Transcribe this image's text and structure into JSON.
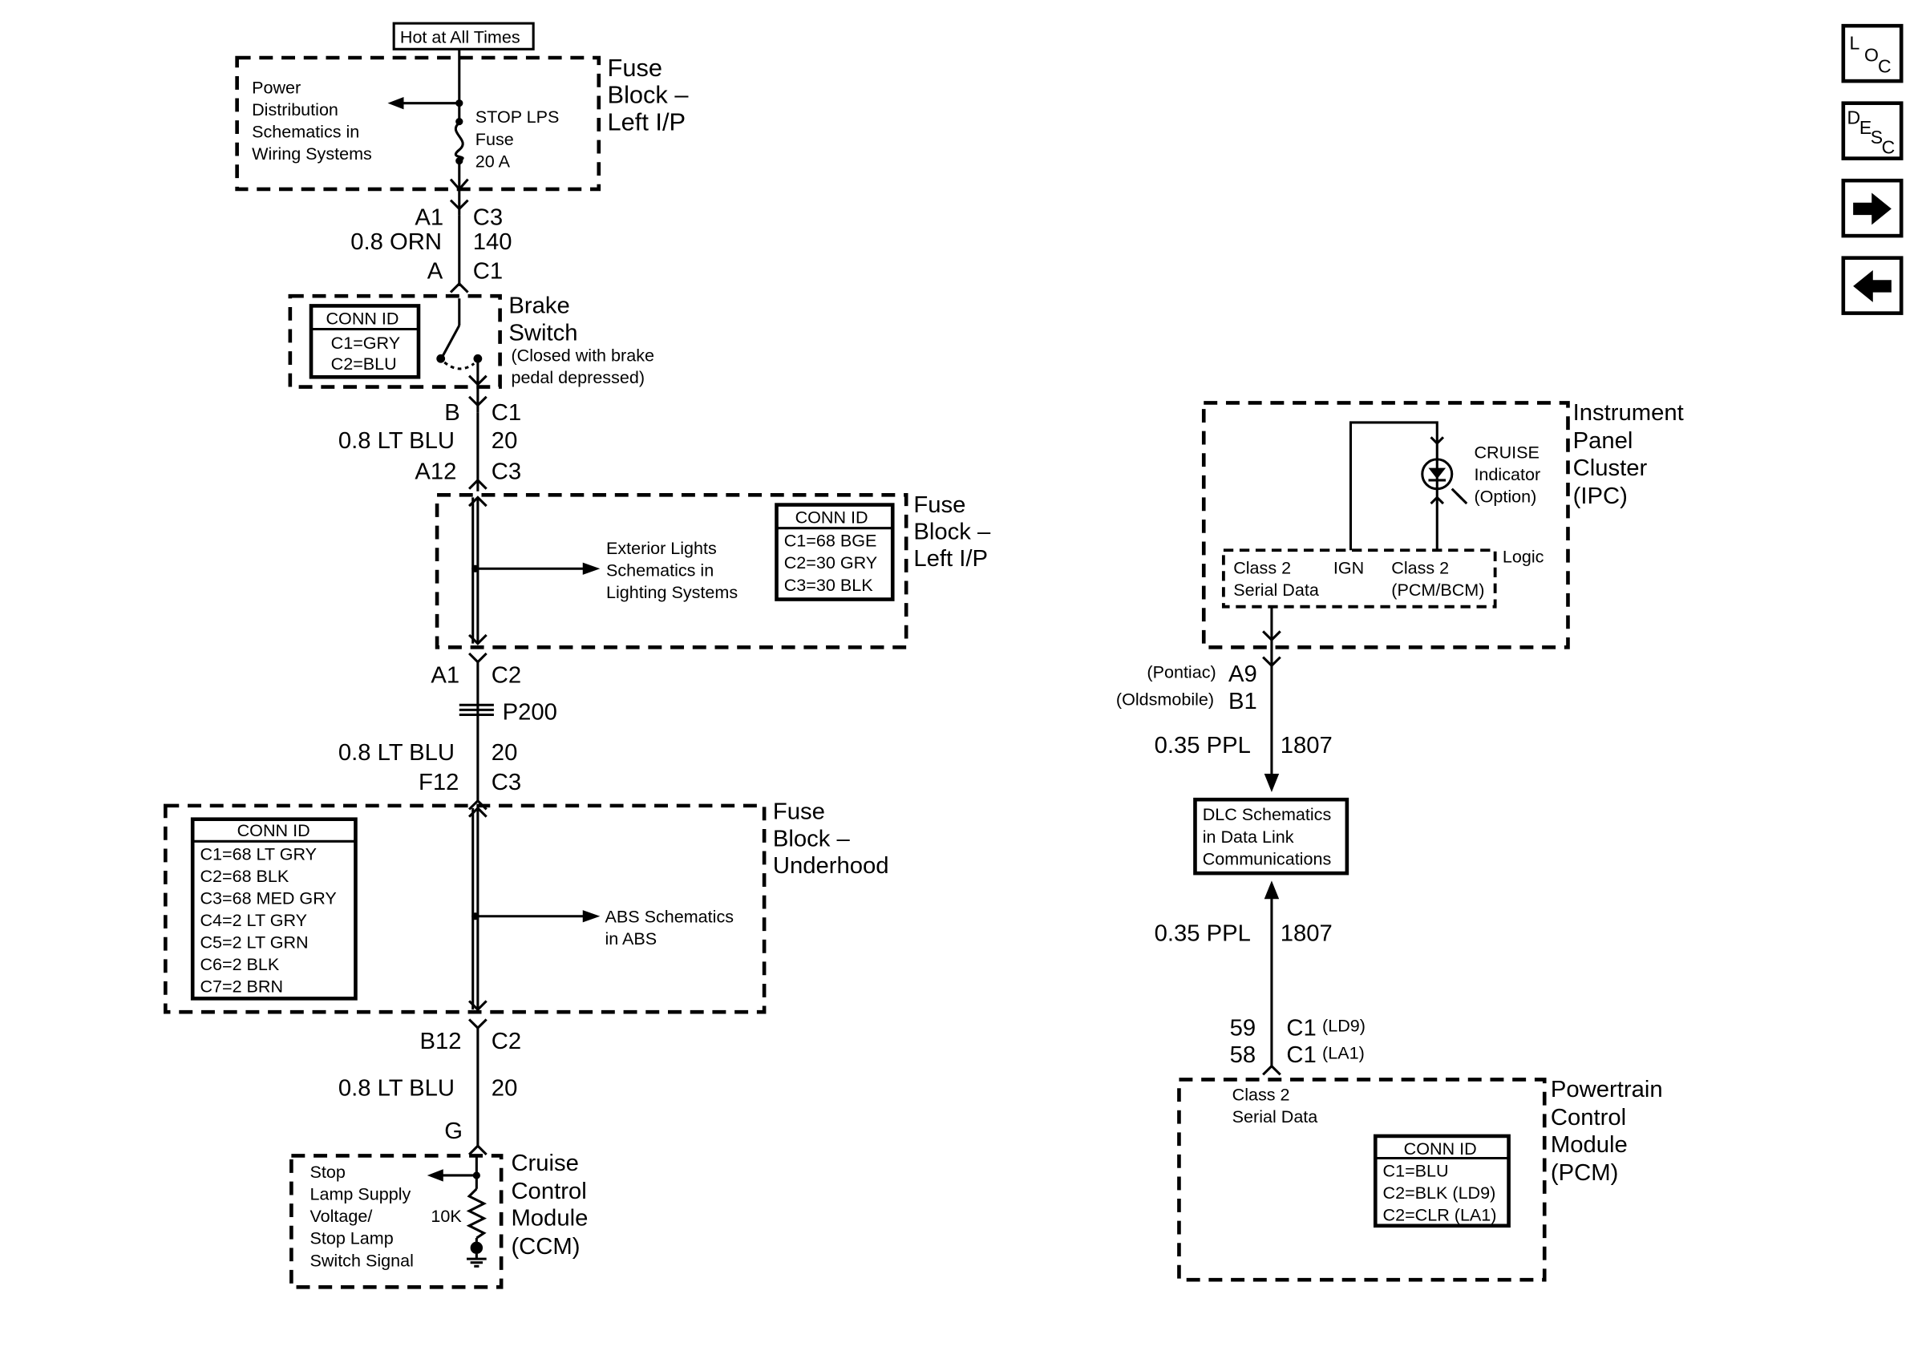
{
  "nav": {
    "loc": {
      "l1": "L",
      "l2": "O",
      "l3": "C"
    },
    "desc": {
      "l1": "D",
      "l2": "E",
      "l3": "S",
      "l4": "C"
    },
    "forward_icon": "arrow-right-icon",
    "back_icon": "arrow-left-icon"
  },
  "left": {
    "hot_label": "Hot at All Times",
    "fuse_block_lip_1": [
      "Fuse",
      "Block –",
      "Left I/P"
    ],
    "power_dist": [
      "Power",
      "Distribution",
      "Schematics in",
      "Wiring Systems"
    ],
    "stop_fuse": [
      "STOP LPS",
      "Fuse",
      "20 A"
    ],
    "wire1": {
      "pin_left": "A1",
      "pin_right": "C3",
      "gauge": "0.8 ORN",
      "circuit": "140",
      "pin2_left": "A",
      "pin2_right": "C1"
    },
    "brake_switch": {
      "title": [
        "Brake",
        "Switch"
      ],
      "note": [
        "(Closed with brake",
        "pedal depressed)"
      ],
      "conn_header": "CONN ID",
      "conn_rows": [
        "C1=GRY",
        "C2=BLU"
      ]
    },
    "wire2": {
      "pin_left": "B",
      "pin_right": "C1",
      "gauge": "0.8 LT BLU",
      "circuit": "20",
      "pin2_left": "A12",
      "pin2_right": "C3"
    },
    "fuse_block_lip_2": {
      "title": [
        "Fuse",
        "Block –",
        "Left I/P"
      ],
      "exterior": [
        "Exterior Lights",
        "Schematics in",
        "Lighting Systems"
      ],
      "conn_header": "CONN ID",
      "conn_rows": [
        "C1=68 BGE",
        "C2=30 GRY",
        "C3=30 BLK"
      ]
    },
    "wire3": {
      "pin_left": "A1",
      "pin_right": "C2",
      "splice": "P200",
      "gauge": "0.8 LT BLU",
      "circuit": "20",
      "pin2_left": "F12",
      "pin2_right": "C3"
    },
    "fuse_block_uh": {
      "title": [
        "Fuse",
        "Block –",
        "Underhood"
      ],
      "abs": [
        "ABS Schematics",
        "in ABS"
      ],
      "conn_header": "CONN ID",
      "conn_rows": [
        "C1=68 LT GRY",
        "C2=68 BLK",
        "C3=68 MED GRY",
        "C4=2 LT GRY",
        "C5=2 LT GRN",
        "C6=2 BLK",
        "C7=2 BRN"
      ]
    },
    "wire4": {
      "pin_left": "B12",
      "pin_right": "C2",
      "gauge": "0.8 LT BLU",
      "circuit": "20",
      "pin2_left": "G"
    },
    "ccm": {
      "title": [
        "Cruise",
        "Control",
        "Module",
        "(CCM)"
      ],
      "signal": [
        "Stop",
        "Lamp Supply",
        "Voltage/",
        "Stop Lamp",
        "Switch Signal"
      ],
      "resistor": "10K"
    }
  },
  "right": {
    "ipc": {
      "title": [
        "Instrument",
        "Panel",
        "Cluster",
        "(IPC)"
      ],
      "cruise": [
        "CRUISE",
        "Indicator",
        "(Option)"
      ],
      "logic": "Logic",
      "class2_serial": [
        "Class 2",
        "Serial Data"
      ],
      "ign": "IGN",
      "class2_pcm": [
        "Class 2",
        "(PCM/BCM)"
      ]
    },
    "wire_ipc": {
      "pontiac": "(Pontiac)",
      "pin_a9": "A9",
      "olds": "(Oldsmobile)",
      "pin_b1": "B1",
      "gauge": "0.35 PPL",
      "circuit": "1807"
    },
    "dlc": [
      "DLC Schematics",
      "in Data Link",
      "Communications"
    ],
    "wire_pcm": {
      "gauge": "0.35 PPL",
      "circuit": "1807",
      "pin59": "59",
      "c1_ld9": "C1",
      "ld9": "(LD9)",
      "pin58": "58",
      "c1_la1": "C1",
      "la1": "(LA1)"
    },
    "pcm": {
      "title": [
        "Powertrain",
        "Control",
        "Module",
        "(PCM)"
      ],
      "class2": [
        "Class 2",
        "Serial Data"
      ],
      "conn_header": "CONN ID",
      "conn_rows": [
        "C1=BLU",
        "C2=BLK (LD9)",
        "C2=CLR (LA1)"
      ]
    }
  }
}
